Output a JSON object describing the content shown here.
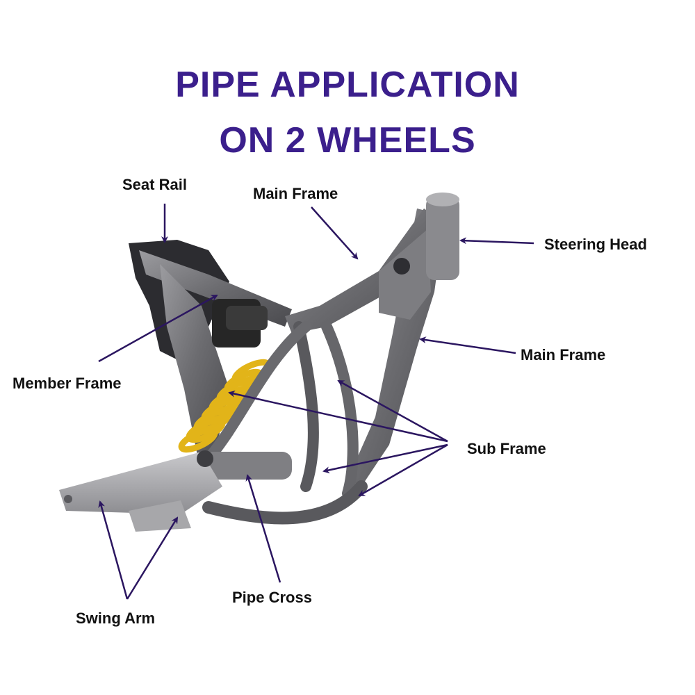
{
  "title": {
    "line1": "PIPE APPLICATION",
    "line2": "ON 2 WHEELS"
  },
  "labels": {
    "seat_rail": "Seat Rail",
    "main_frame_top": "Main Frame",
    "steering_head": "Steering Head",
    "main_frame_right": "Main Frame",
    "member_frame": "Member Frame",
    "sub_frame": "Sub Frame",
    "pipe_cross": "Pipe Cross",
    "swing_arm": "Swing Arm"
  },
  "colors": {
    "title": "#3b1f8c",
    "arrow": "#2b1660",
    "frame": "#6f6f72",
    "frame_dark": "#3e3e42",
    "frame_light": "#a8a8ab",
    "spring": "#e2b419",
    "shock_body": "#2a2a2a"
  }
}
